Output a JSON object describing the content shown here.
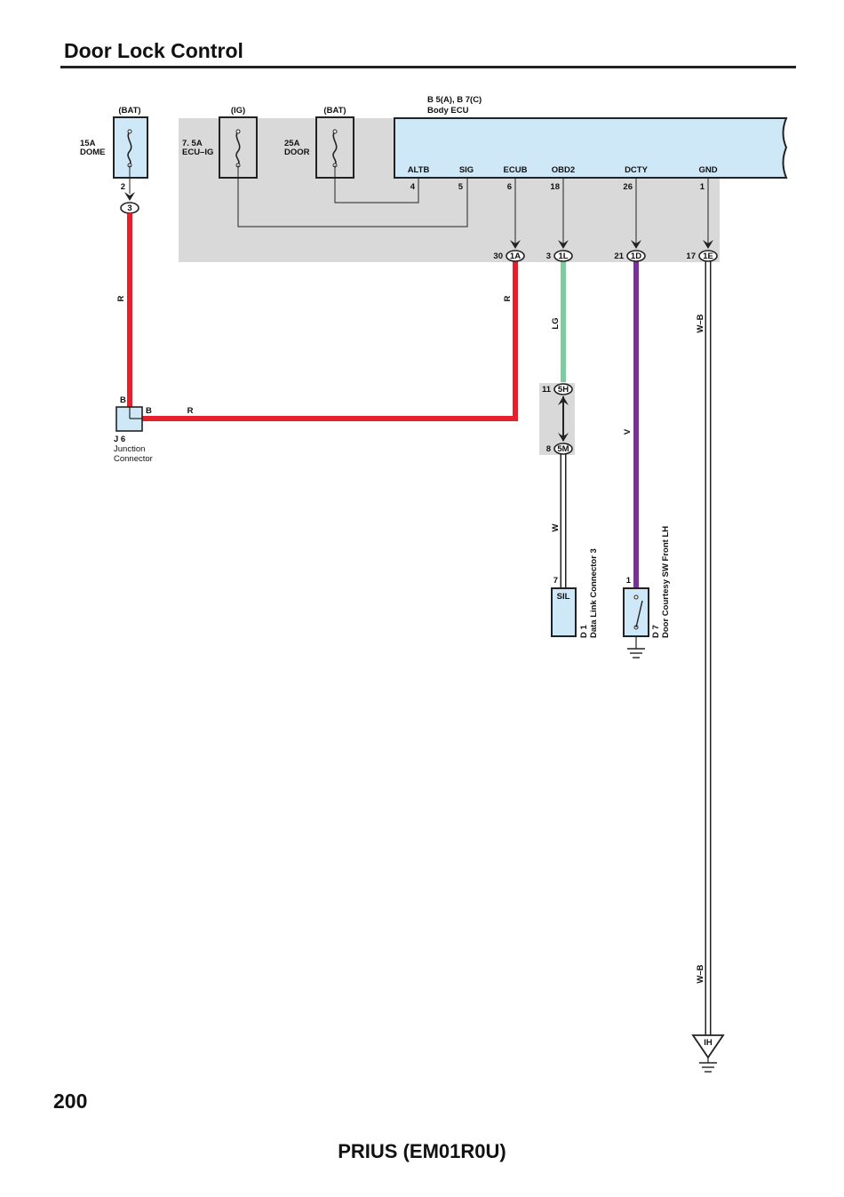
{
  "page": {
    "title": "Door Lock Control",
    "page_number": "200",
    "model": "PRIUS (EM01R0U)"
  },
  "colors": {
    "grey_area": "#d9d9d9",
    "ecu_fill": "#cfe8f8",
    "wire_red": "#e4202c",
    "wire_light_green": "#7dcc9e",
    "wire_violet": "#7b2f9a",
    "wire_white": "#ffffff",
    "outline": "#222222"
  },
  "fuses": [
    {
      "supply": "(BAT)",
      "amp": "15A",
      "name": "DOME",
      "pin": "2",
      "connector": "3"
    },
    {
      "supply": "(IG)",
      "amp": "7. 5A",
      "name": "ECU–IG"
    },
    {
      "supply": "(BAT)",
      "amp": "25A",
      "name": "DOOR"
    }
  ],
  "ecu": {
    "ref": "B 5(A), B 7(C)",
    "name": "Body ECU",
    "terminals": [
      {
        "name": "ALTB",
        "pin": "4"
      },
      {
        "name": "SIG",
        "pin": "5"
      },
      {
        "name": "ECUB",
        "pin": "6"
      },
      {
        "name": "OBD2",
        "pin": "18"
      },
      {
        "name": "DCTY",
        "pin": "26"
      },
      {
        "name": "GND",
        "pin": "1"
      }
    ]
  },
  "junction_connectors": [
    {
      "pin": "30",
      "id": "1A"
    },
    {
      "pin": "3",
      "id": "1L"
    },
    {
      "pin": "21",
      "id": "1D"
    },
    {
      "pin": "17",
      "id": "1E"
    },
    {
      "pin": "11",
      "id": "5H"
    },
    {
      "pin": "8",
      "id": "5M"
    }
  ],
  "wire_colors": {
    "dome_r": "R",
    "ecub_r": "R",
    "lg": "LG",
    "w_b_upper": "W–B",
    "v": "V",
    "w": "W",
    "w_b_lower": "W–B",
    "junction_r": "R"
  },
  "junction": {
    "ref": "J 6",
    "name_line1": "Junction",
    "name_line2": "Connector",
    "pin_top": "B",
    "pin_right": "B"
  },
  "dlc": {
    "ref": "D 1",
    "name": "Data Link Connector 3",
    "pin": "7",
    "terminal": "SIL"
  },
  "door_switch": {
    "ref": "D 7",
    "name": "Door Courtesy SW Front LH",
    "pin": "1"
  },
  "ground": {
    "label": "IH"
  }
}
